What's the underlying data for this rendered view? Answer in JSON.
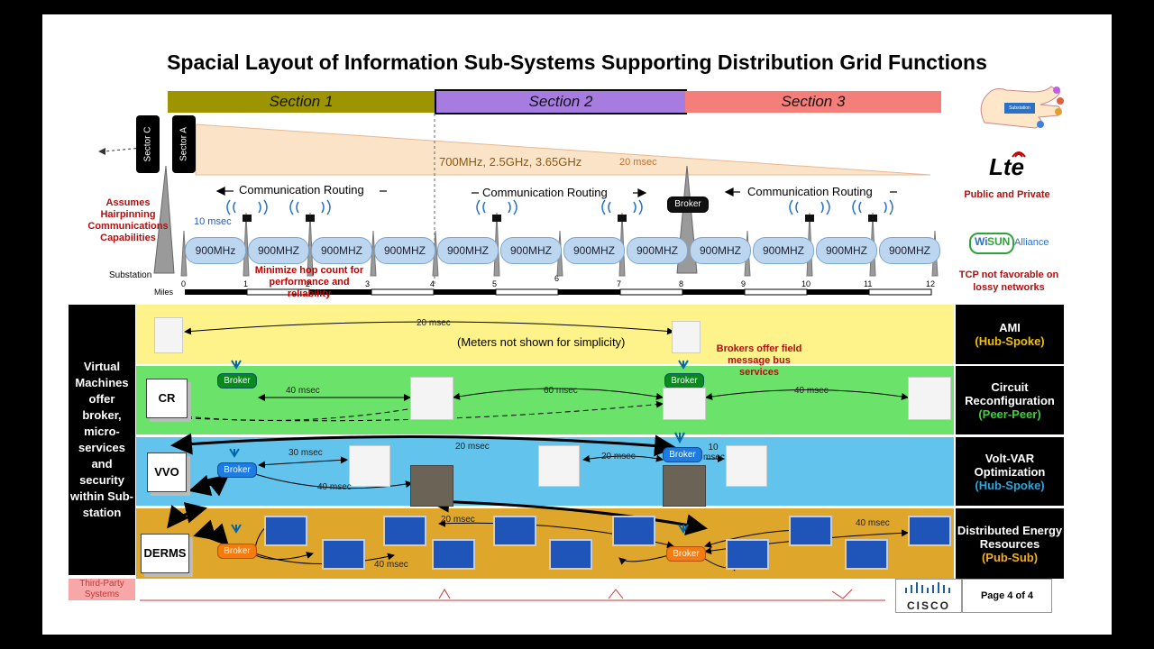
{
  "title": "Spacial Layout of Information Sub-Systems Supporting Distribution Grid Functions",
  "sections": [
    "Section 1",
    "Section 2",
    "Section 3"
  ],
  "sectors": [
    "Sector C",
    "Sector A"
  ],
  "lte_band": {
    "freq": "700MHz, 2.5GHz, 3.65GHz",
    "latency": "20 msec"
  },
  "routing": {
    "label": "Communication Routing"
  },
  "hairpin_note": "Assumes Hairpinning Communications Capabilities",
  "mesh": {
    "latency": "10 msec",
    "cell_label_first": "900MHz",
    "cell_label": "900MHZ",
    "note": "Minimize hop count for performance and reliability"
  },
  "substation_label": "Substation",
  "miles": {
    "label": "Miles",
    "ticks": [
      "0",
      "1",
      "2",
      "3",
      "4",
      "5",
      "6",
      "7",
      "8",
      "9",
      "10",
      "11",
      "12"
    ]
  },
  "broker_label": "Broker",
  "right_logos": {
    "lte_logo": "Lte",
    "lte_caption": "Public and Private",
    "wisun_logo_a": "Wi",
    "wisun_logo_b": "SUN",
    "wisun_logo_c": "Alliance",
    "tcp_note": "TCP not favorable on lossy networks",
    "hand_caption": "Substation"
  },
  "vm_note": "Virtual Machines offer broker, micro-services and security within Sub-station",
  "rows": [
    {
      "name": "AMI",
      "pattern": "(Hub-Spoke)",
      "color": "#fef38b",
      "pattern_color": "#d4a000"
    },
    {
      "name": "Circuit Reconfiguration",
      "pattern": "(Peer-Peer)",
      "color": "#6be36b",
      "pattern_color": "#3fcf3f"
    },
    {
      "name": "Volt-VAR Optimization",
      "pattern": "(Hub-Spoke)",
      "color": "#62c3ec",
      "pattern_color": "#2aa7e0"
    },
    {
      "name": "Distributed Energy Resources",
      "pattern": "(Pub-Sub)",
      "color": "#dfa62c",
      "pattern_color": "#f0b020"
    }
  ],
  "ami": {
    "latency": "20 msec",
    "note": "(Meters not shown for simplicity)",
    "brokers_note": "Brokers offer field message bus services"
  },
  "cr": {
    "box": "CR",
    "lat1": "40 msec",
    "lat2": "60 msec",
    "lat3": "40 msec"
  },
  "vvo": {
    "box": "VVO",
    "lat_top": "20 msec",
    "lat1": "30 msec",
    "lat2": "40 msec",
    "lat3": "20 msec",
    "lat4": "10 msec"
  },
  "der": {
    "box": "DERMS",
    "lat1": "20 msec",
    "lat2": "40 msec",
    "lat3": "40 msec"
  },
  "third_party": "Third-Party Systems",
  "footer": {
    "logo": "CISCO",
    "page": "Page 4 of 4"
  },
  "colors": {
    "section1": "#9c9400",
    "section2": "#a67ce0",
    "section3": "#f47f7a",
    "lte_wedge": "#fbe3c8"
  }
}
